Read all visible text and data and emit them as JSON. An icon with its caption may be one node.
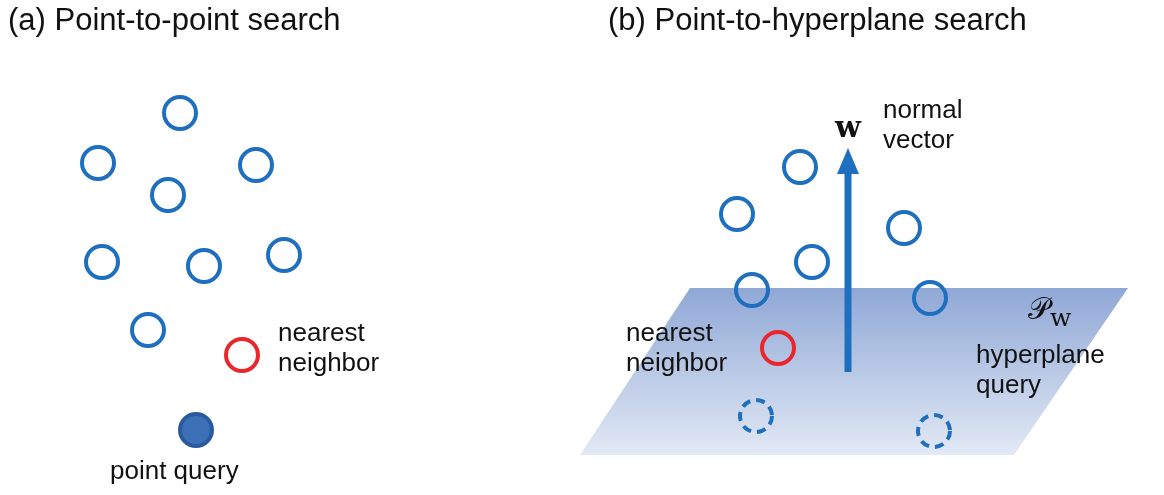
{
  "diagram": {
    "labels": [
      "(a) Point-to-point search",
      "nearest neighbor",
      "point query",
      "(b) Point-to-hyperplane search",
      "w",
      "normal vector",
      "𝒫$_{w}$",
      "hyperplane query",
      "nearest neighbor"
    ]
  }
}
